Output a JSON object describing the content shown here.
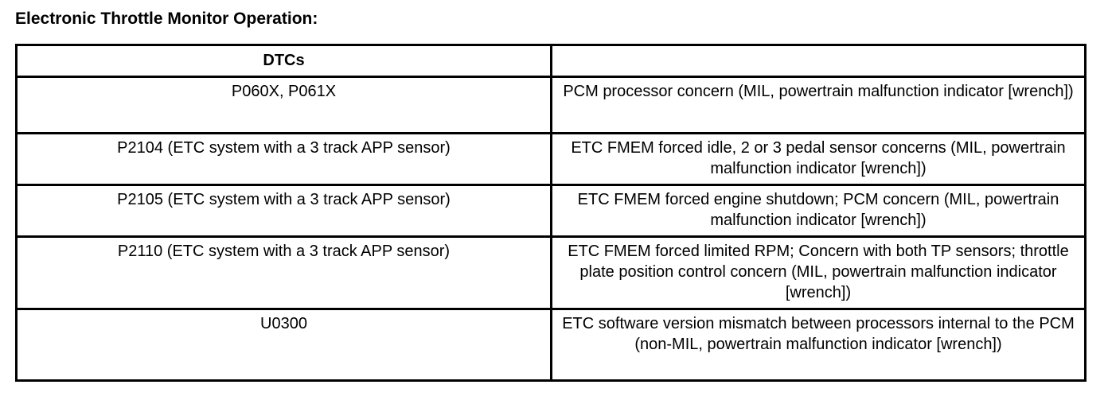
{
  "document": {
    "title": "Electronic Throttle Monitor Operation:"
  },
  "table": {
    "headers": {
      "dtc_column": "DTCs",
      "description_column": ""
    },
    "rows": [
      {
        "dtc": "P060X, P061X",
        "description": "PCM processor concern (MIL, powertrain malfunction indicator [wrench])"
      },
      {
        "dtc": "P2104 (ETC system with a 3 track APP sensor)",
        "description": "ETC FMEM  forced idle, 2 or 3 pedal sensor concerns (MIL, powertrain malfunction indicator [wrench])"
      },
      {
        "dtc": "P2105 (ETC system with a 3 track APP sensor)",
        "description": "ETC FMEM  forced engine shutdown; PCM concern (MIL, powertrain malfunction indicator [wrench])"
      },
      {
        "dtc": "P2110 (ETC system with a 3 track APP sensor)",
        "description": "ETC FMEM  forced limited RPM; Concern with both TP sensors; throttle plate position control concern (MIL, powertrain malfunction indicator [wrench])"
      },
      {
        "dtc": "U0300",
        "description": "ETC software version mismatch between processors internal to the PCM (non-MIL, powertrain malfunction indicator [wrench])"
      }
    ]
  },
  "colors": {
    "text": "#000000",
    "background": "#ffffff",
    "border": "#000000"
  }
}
